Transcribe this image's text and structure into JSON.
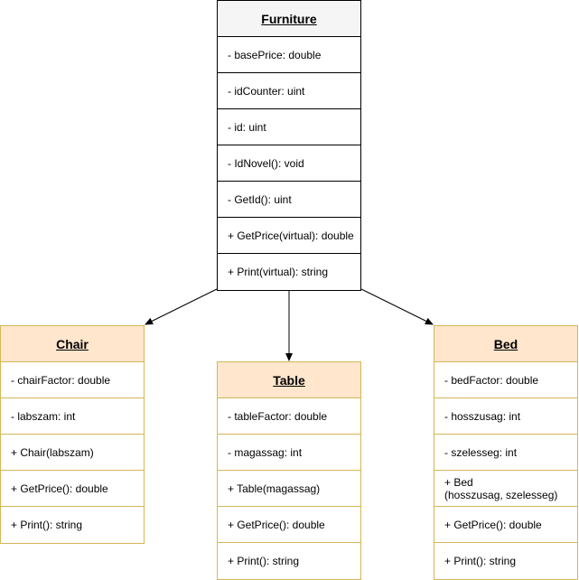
{
  "classes": {
    "furniture": {
      "name": "Furniture",
      "members": [
        "- basePrice: double",
        "- idCounter: uint",
        "- id: uint",
        "- IdNovel(): void",
        "- GetId(): uint",
        "+ GetPrice(virtual): double",
        "+ Print(virtual): string"
      ]
    },
    "chair": {
      "name": "Chair",
      "members": [
        "- chairFactor: double",
        "- labszam: int",
        "+ Chair(labszam)",
        "+ GetPrice(): double",
        "+ Print(): string"
      ]
    },
    "table": {
      "name": "Table",
      "members": [
        "- tableFactor: double",
        "- magassag: int",
        "+ Table(magassag)",
        "+ GetPrice(): double",
        "+ Print(): string"
      ]
    },
    "bed": {
      "name": "Bed",
      "members": [
        "- bedFactor: double",
        "- hosszusag: int",
        "- szelesseg: int",
        "+ Bed\n(hosszusag, szelesseg)",
        "+ GetPrice(): double",
        "+ Print(): string"
      ]
    }
  },
  "colors": {
    "base_border": "#000000",
    "base_header": "#f5f5f5",
    "child_border": "#d6b656",
    "child_header": "#ffe6cc"
  }
}
